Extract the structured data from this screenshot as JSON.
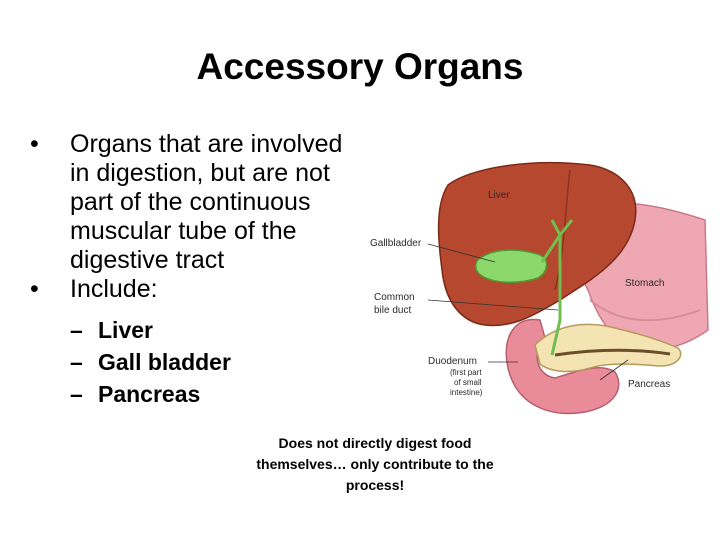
{
  "slide": {
    "title": "Accessory Organs",
    "bullets": [
      {
        "marker": "•",
        "text": "Organs that are involved in digestion, but are not part of the continuous muscular tube of the digestive tract"
      },
      {
        "marker": "•",
        "text": "Include:"
      }
    ],
    "subitems": [
      {
        "marker": "–",
        "text": "Liver"
      },
      {
        "marker": "–",
        "text": "Gall bladder"
      },
      {
        "marker": "–",
        "text": "Pancreas"
      }
    ],
    "note": "Does not directly digest food themselves… only contribute to the process!"
  },
  "diagram": {
    "labels": {
      "liver": "Liver",
      "gallbladder": "Gallbladder",
      "common_line1": "Common",
      "common_line2": "bile duct",
      "stomach": "Stomach",
      "duodenum": "Duodenum",
      "duodenum_sub1": "(first part",
      "duodenum_sub2": "of small",
      "duodenum_sub3": "intestine)",
      "pancreas": "Pancreas"
    },
    "colors": {
      "liver": "#b5482e",
      "stomach": "#f0a7b4",
      "gallbladder": "#8dd86a",
      "pancreas": "#f4e4b4",
      "duodenum": "#e98b98"
    }
  }
}
